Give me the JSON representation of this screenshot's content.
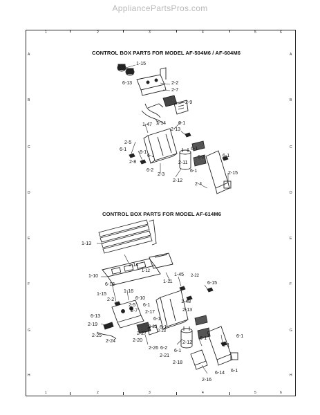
{
  "watermark": "AppliancePartsPros.com",
  "ruler": {
    "numbers": [
      "1",
      "2",
      "3",
      "4",
      "5",
      "6"
    ],
    "letters": [
      "A",
      "B",
      "C",
      "D",
      "E",
      "F",
      "G",
      "H"
    ]
  },
  "section1": {
    "title": "CONTROL BOX PARTS FOR MODEL AF-504M6 / AF-604M6",
    "labels": [
      "1-15",
      "6-13",
      "2-2",
      "2-7",
      "2-9",
      "2-14",
      "6-1",
      "1-47",
      "2-13",
      "2-5",
      "6-1",
      "2-8",
      "6-1",
      "6-2",
      "2-3",
      "2-12",
      "6-1",
      "6-2",
      "2-11",
      "6-1",
      "6-1",
      "2-15",
      "2-4",
      "6-1"
    ]
  },
  "section2": {
    "title": "CONTROL BOX PARTS FOR MODEL AF-614M6",
    "labels": [
      "1-13",
      "1-14",
      "1-12",
      "1-10",
      "1-11",
      "1-45",
      "2-22",
      "6-15",
      "6-12",
      "1-16",
      "1-15",
      "6-10",
      "1-48",
      "2-2",
      "2-5",
      "6-1",
      "2-7",
      "2-17",
      "6-13",
      "2-13",
      "2-19",
      "6-1",
      "2-32",
      "6-1",
      "2-25",
      "2-27",
      "2-23",
      "2-24",
      "2-20",
      "2-12",
      "2-26",
      "6-2",
      "6-1",
      "6-1",
      "2-21",
      "6-1",
      "2-18",
      "6-14",
      "6-1",
      "2-16",
      "6-1"
    ]
  }
}
